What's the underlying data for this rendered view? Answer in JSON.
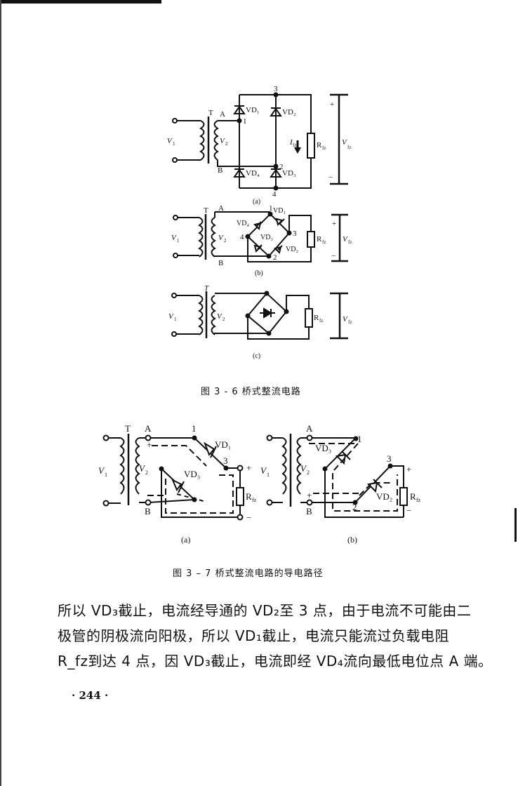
{
  "figure_3_6": {
    "caption": "图 3 - 6   桥式整流电路",
    "sub_a": "(a)",
    "sub_b": "(b)",
    "sub_c": "(c)",
    "labels": {
      "V1": "V",
      "V1_sub": "1",
      "V2": "V",
      "V2_sub": "2",
      "T": "T",
      "A": "A",
      "B": "B",
      "n1": "1",
      "n2": "2",
      "n3": "3",
      "n4": "4",
      "VD1": "VD₁",
      "VD2": "VD₂",
      "VD3": "VD₃",
      "VD4": "VD₄",
      "Ifz": "I",
      "Ifz_sub": "fz",
      "Rfz": "R",
      "Rfz_sub": "fz",
      "Vfz": "V",
      "Vfz_sub": "fz",
      "plus": "+",
      "minus": "−"
    }
  },
  "figure_3_7": {
    "caption": "图 3 – 7   桥式整流电路的导电路径",
    "sub_a": "(a)",
    "sub_b": "(b)"
  },
  "body": {
    "lines": [
      "所以 VD₃截止，电流经导通的 VD₂至 3 点，由于电流不可能由二",
      "极管的阴极流向阳极，所以 VD₁截止，电流只能流过负载电阻",
      "R_fz到达 4 点，因 VD₃截止，电流即经 VD₄流向最低电位点 A 端。"
    ]
  },
  "page_number": "· 244 ·"
}
